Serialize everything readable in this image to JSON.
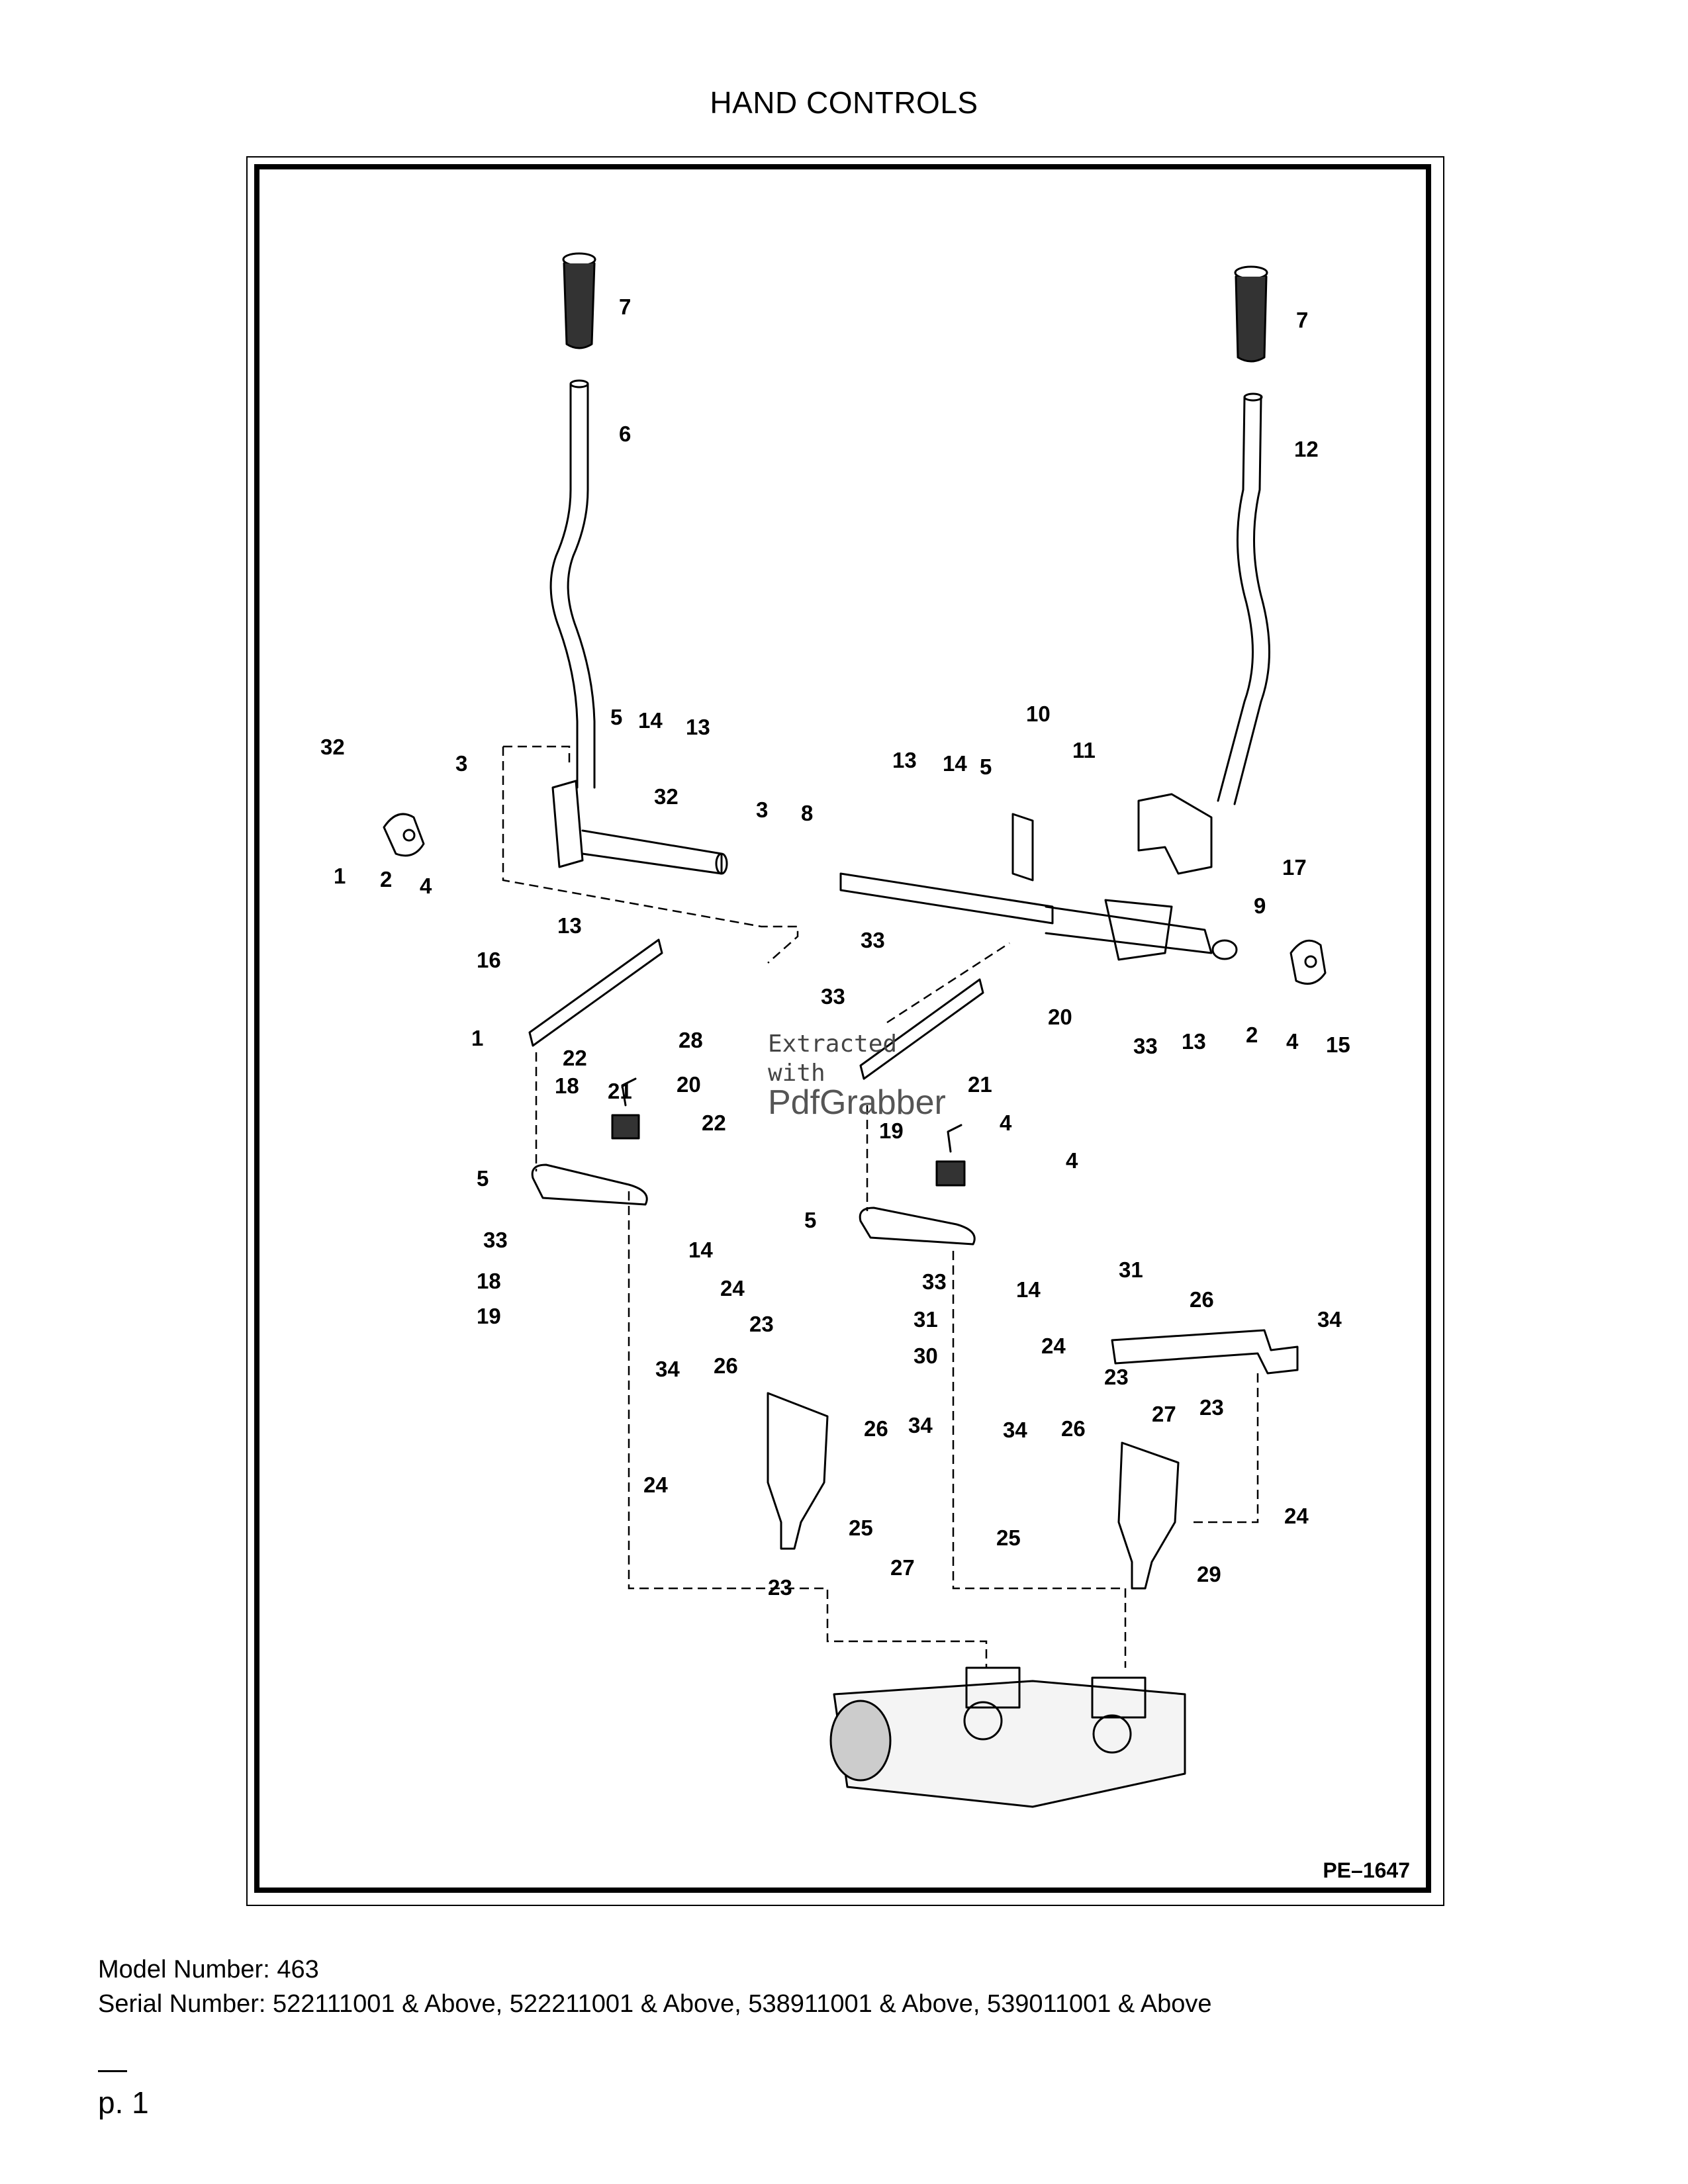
{
  "header": {
    "title": "HAND CONTROLS"
  },
  "figure": {
    "code": "PE–1647",
    "callouts": [
      "7",
      "6",
      "7",
      "12",
      "10",
      "11",
      "5",
      "14",
      "13",
      "32",
      "3",
      "3",
      "8",
      "13",
      "14",
      "5",
      "1",
      "2",
      "4",
      "32",
      "17",
      "9",
      "33",
      "13",
      "16",
      "1",
      "2",
      "4",
      "15",
      "33",
      "13",
      "33",
      "20",
      "28",
      "22",
      "21",
      "20",
      "22",
      "21",
      "4",
      "4",
      "18",
      "19",
      "5",
      "14",
      "33",
      "18",
      "19",
      "5",
      "14",
      "33",
      "31",
      "30",
      "31",
      "26",
      "34",
      "24",
      "23",
      "34",
      "26",
      "26",
      "34",
      "24",
      "23",
      "34",
      "26",
      "27",
      "23",
      "24",
      "25",
      "27",
      "23",
      "25",
      "24",
      "29"
    ]
  },
  "watermark": {
    "line1": "Extracted",
    "line2": "with",
    "brand": "PdfGrabber"
  },
  "footer": {
    "model": "Model Number: 463",
    "serial": "Serial Number: 522111001 & Above, 522211001 & Above, 538911001 & Above, 539011001 & Above"
  },
  "page": {
    "number": "p. 1"
  }
}
